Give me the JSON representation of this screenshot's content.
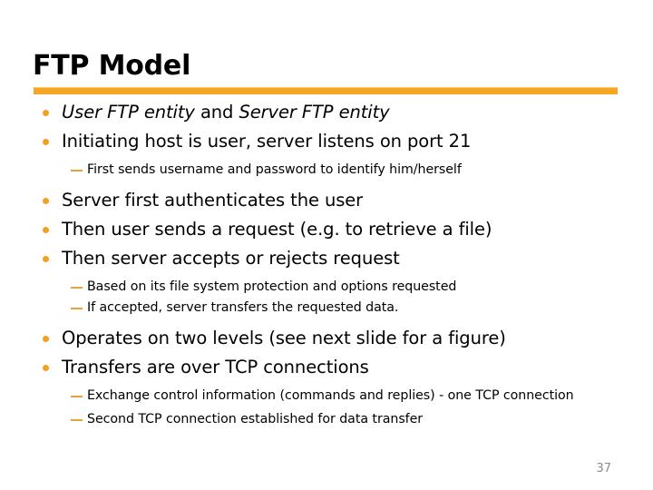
{
  "slide": {
    "title": "FTP Model",
    "page_number": "37",
    "accent_color": "#F5A623",
    "bullet_color": "#F2A01E",
    "dash_color": "#E0A63C",
    "page_number_color": "#8C8C8C",
    "background_color": "#FFFFFF",
    "text_color": "#000000"
  },
  "bullets": [
    {
      "level": 1,
      "marker": "dot",
      "segments": [
        {
          "text": "User FTP entity",
          "italic": true
        },
        {
          "text": " and ",
          "italic": false
        },
        {
          "text": "Server FTP entity",
          "italic": true
        }
      ],
      "text": "User FTP entity and Server FTP entity"
    },
    {
      "level": 1,
      "marker": "dot",
      "text": "Initiating host is user, server listens on port 21"
    },
    {
      "level": 2,
      "marker": "dash",
      "text": "First sends username and password to identify him/herself"
    },
    {
      "level": 1,
      "marker": "dot",
      "text": "Server first authenticates the user"
    },
    {
      "level": 1,
      "marker": "dot",
      "text": "Then user sends a request (e.g. to retrieve a file)"
    },
    {
      "level": 1,
      "marker": "dot",
      "text": "Then server accepts or rejects request"
    },
    {
      "level": 2,
      "marker": "dash",
      "text": "Based on its file system protection and options requested"
    },
    {
      "level": 2,
      "marker": "dash",
      "text": "If accepted, server transfers the requested data."
    },
    {
      "level": 1,
      "marker": "dot",
      "text": "Operates on two levels (see next slide for a figure)"
    },
    {
      "level": 1,
      "marker": "dot",
      "text": "Transfers are over TCP connections"
    },
    {
      "level": 2,
      "marker": "dash",
      "text": "Exchange control information (commands and replies) -  one TCP connection"
    },
    {
      "level": 2,
      "marker": "dash",
      "text": "Second TCP connection established for data transfer"
    }
  ]
}
